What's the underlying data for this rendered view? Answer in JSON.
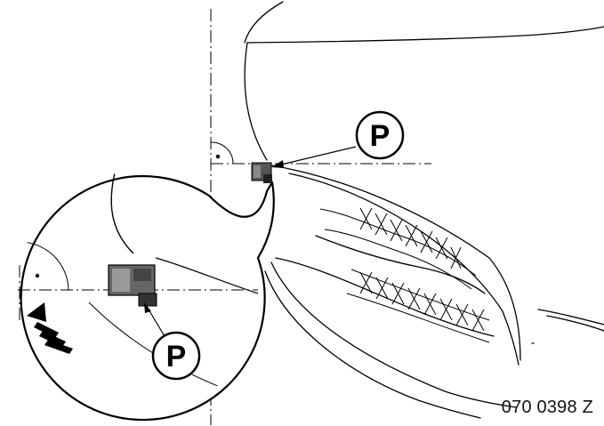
{
  "callouts": [
    {
      "label": "P"
    },
    {
      "label": "P"
    }
  ],
  "figure_code": "070 0398 Z"
}
